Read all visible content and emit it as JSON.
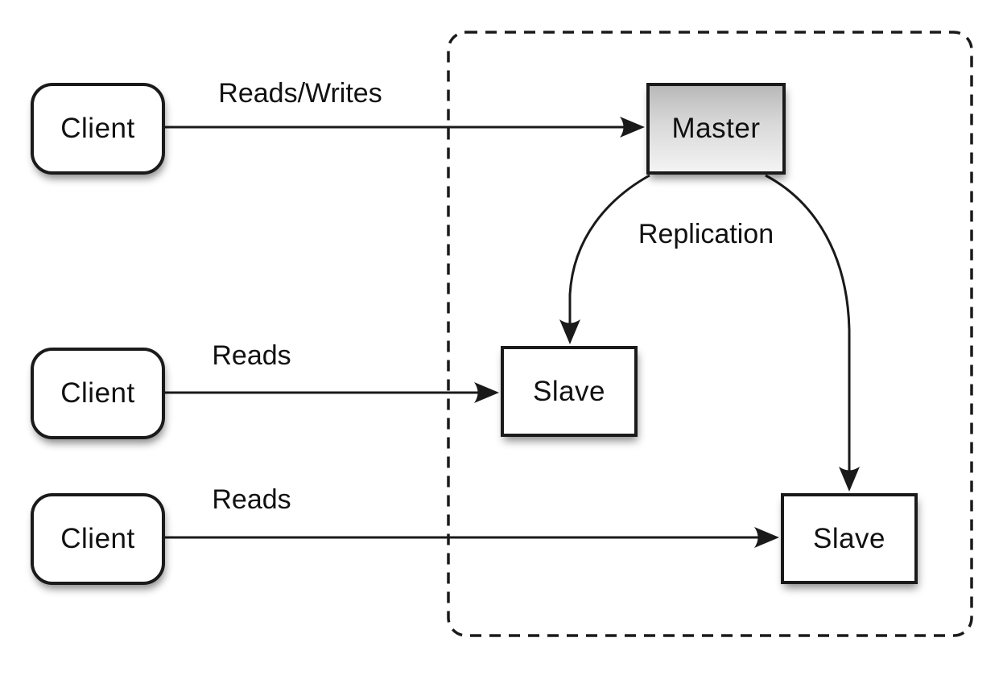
{
  "diagram": {
    "type": "master-slave-replication-architecture",
    "nodes": {
      "client1": {
        "label": "Client"
      },
      "client2": {
        "label": "Client"
      },
      "client3": {
        "label": "Client"
      },
      "master": {
        "label": "Master"
      },
      "slave1": {
        "label": "Slave"
      },
      "slave2": {
        "label": "Slave"
      }
    },
    "edge_labels": {
      "client1_to_master": "Reads/Writes",
      "client2_to_slave1": "Reads",
      "client3_to_slave2": "Reads",
      "master_to_slaves": "Replication"
    },
    "colors": {
      "ink": "#1a1a1a",
      "background": "#ffffff",
      "node_fill": "#ffffff",
      "master_gradient_top": "#b9b9b9",
      "master_gradient_bottom": "#f3f3f3"
    }
  }
}
